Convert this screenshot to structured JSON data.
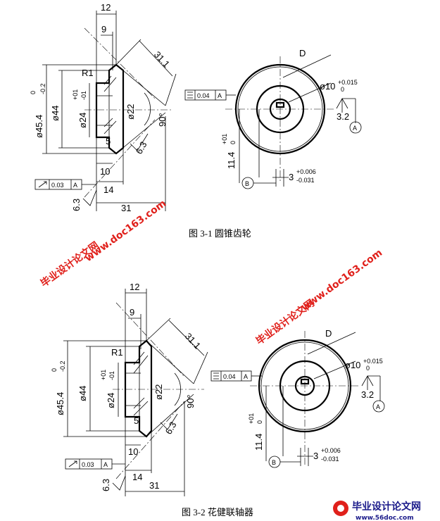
{
  "figures": [
    {
      "caption": "图 3-1  圆锥齿轮",
      "dims": {
        "d12": "12",
        "d9": "9",
        "d31_1": "31.1",
        "D": "D",
        "r1": "R1",
        "phi45": "ø45.4",
        "phi45_tol": "0",
        "phi45_tol2": "-0.2",
        "phi44": "ø44",
        "phi24": "ø24",
        "phi24_tol_up": "+01",
        "phi24_tol_dn": "-01",
        "phi22": "ø22",
        "angle90": "90°",
        "d5": "5",
        "d6_3a": "6.3",
        "d10": "10",
        "d14": "14",
        "d31": "31",
        "d6_3b": "6.3",
        "flat": "0.03",
        "flat_ref": "A",
        "sym": "0.04",
        "sym_ref": "A",
        "phi10": "ø10",
        "phi10_up": "+0.015",
        "phi10_dn": "0",
        "r3_2": "3.2",
        "datumA": "A",
        "d11_4": "11.4",
        "d11_4_up": "+01",
        "d11_4_dn": "0",
        "datumB": "B",
        "d3": "3",
        "d3_up": "+0.006",
        "d3_dn": "-0.031"
      }
    },
    {
      "caption": "图 3-2  花健联轴器",
      "dims": {
        "d12": "12",
        "d9": "9",
        "d31_1": "31.1",
        "D": "D",
        "r1": "R1",
        "phi45": "ø45.4",
        "phi45_tol": "0",
        "phi45_tol2": "-0.2",
        "phi44": "ø44",
        "phi24": "ø24",
        "phi24_tol_up": "+01",
        "phi24_tol_dn": "-01",
        "phi22": "ø22",
        "angle90": "90°",
        "d5": "5",
        "d6_3a": "6.3",
        "d10": "10",
        "d14": "14",
        "d31": "31",
        "d6_3b": "6.3",
        "flat": "0.03",
        "flat_ref": "A",
        "sym": "0.04",
        "sym_ref": "A",
        "phi10": "ø10",
        "phi10_up": "+0.015",
        "phi10_dn": "0",
        "r3_2": "3.2",
        "datumA": "A",
        "d11_4": "11.4",
        "d11_4_up": "+01",
        "d11_4_dn": "0",
        "datumB": "B",
        "d3": "3",
        "d3_up": "+0.006",
        "d3_dn": "-0.031"
      }
    }
  ],
  "watermarks": {
    "site": "www.doc163.com",
    "name": "毕业设计论文网",
    "logo_site": "www.56doc.com"
  }
}
